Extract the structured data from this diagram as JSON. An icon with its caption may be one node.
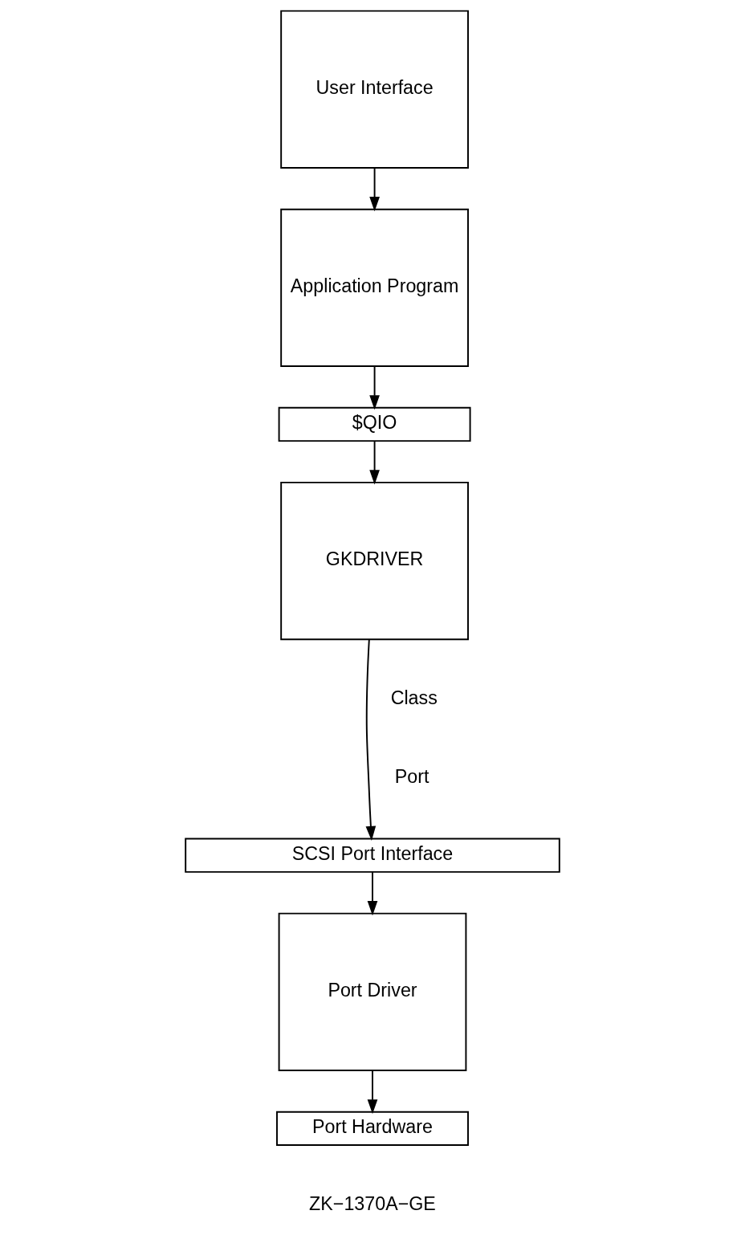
{
  "diagram": {
    "nodes": [
      {
        "text": [
          "User Interface"
        ]
      },
      {
        "text": [
          "Application Program"
        ]
      },
      {
        "text": [
          "$QIO"
        ]
      },
      {
        "text": [
          "GKDRIVER"
        ]
      },
      {
        "text": [
          "SCSI Port Interface"
        ]
      },
      {
        "text": [
          "Port Driver"
        ]
      },
      {
        "text": [
          "Port Hardware"
        ]
      }
    ],
    "edges": [
      {
        "from": 0,
        "to": 1,
        "arrow": "to"
      },
      {
        "from": 1,
        "to": 2,
        "arrow": "to"
      },
      {
        "from": 2,
        "to": 3,
        "arrow": "to"
      },
      {
        "from": 3,
        "to": 4,
        "arrow": "to"
      },
      {
        "from": 4,
        "to": 5,
        "arrow": "to"
      },
      {
        "from": 5,
        "to": 6,
        "arrow": "to"
      }
    ],
    "labels": [
      "Class",
      "Port",
      "ZK−1370A−GE"
    ]
  }
}
